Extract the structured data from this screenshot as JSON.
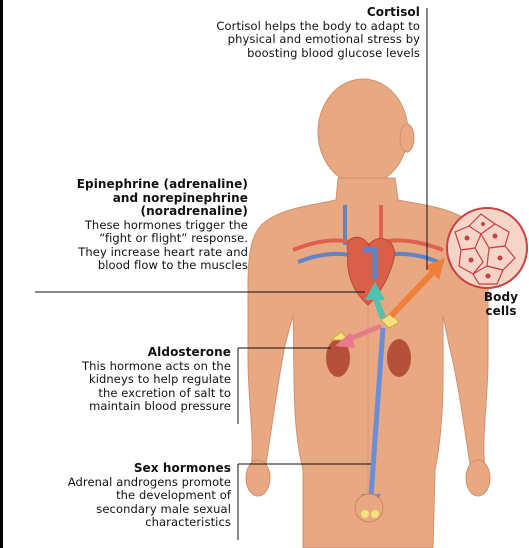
{
  "cortisol": {
    "title": "Cortisol",
    "lines": [
      "Cortisol helps the body to adapt to",
      "physical and emotional stress by",
      "boosting blood glucose levels"
    ]
  },
  "epinephrine": {
    "title_lines": [
      "Epinephrine (adrenaline)",
      "and norepinephrine",
      "(noradrenaline)"
    ],
    "lines": [
      "These hormones trigger the",
      "“fight or flight” response.",
      "They increase heart rate and",
      "blood flow to the muscles"
    ]
  },
  "body_cells": {
    "lines": [
      "Body",
      "cells"
    ]
  },
  "aldosterone": {
    "title": "Aldosterone",
    "lines": [
      "This hormone acts on the",
      "kidneys to help regulate",
      "the excretion of salt to",
      "maintain blood pressure"
    ]
  },
  "sex_hormones": {
    "title": "Sex hormones",
    "lines": [
      "Adrenal androgens promote",
      "the development of",
      "secondary male sexual",
      "characteristics"
    ]
  },
  "colors": {
    "skin": "#E8A882",
    "skin_dark": "#C98860",
    "heart": "#D95F48",
    "vein_blue": "#5C86C8",
    "artery_red": "#E06050",
    "arrow_teal": "#4FC2B0",
    "arrow_orange": "#F07F3A",
    "arrow_pink": "#E87B8A",
    "arrow_blue": "#6B8FD6",
    "kidney": "#B5503A",
    "gland": "#F4E27A",
    "cell_fill": "#F6D4C8",
    "cell_outline": "#C94040"
  }
}
